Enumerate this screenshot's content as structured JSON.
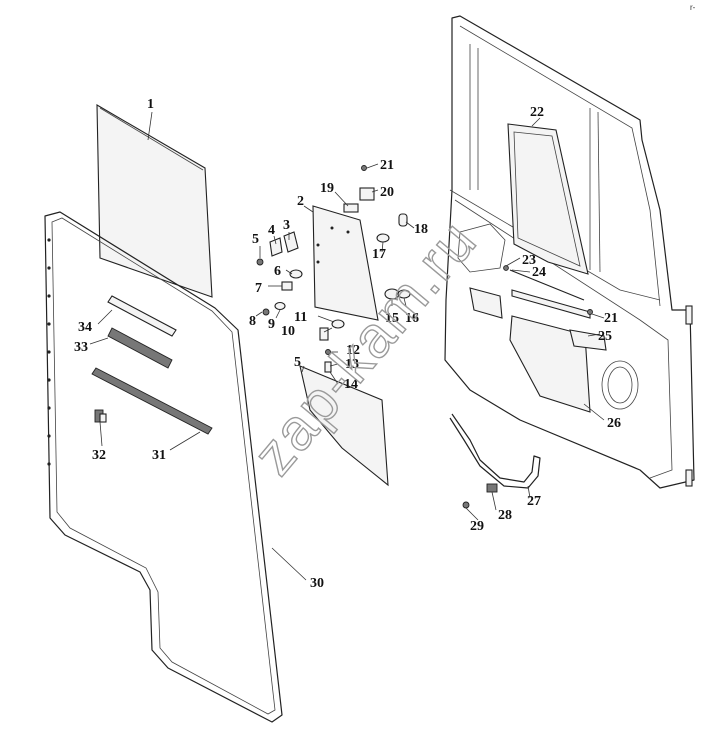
{
  "diagram": {
    "corner_mark": "r-",
    "watermark": "zap-kam.ru",
    "callouts": [
      "1",
      "2",
      "3",
      "4",
      "5",
      "6",
      "7",
      "8",
      "9",
      "10",
      "11",
      "12",
      "13",
      "14",
      "15",
      "16",
      "17",
      "18",
      "19",
      "20",
      "21",
      "22",
      "23",
      "24",
      "25",
      "26",
      "27",
      "28",
      "29",
      "30",
      "31",
      "32",
      "33",
      "34",
      "21",
      "5"
    ]
  }
}
